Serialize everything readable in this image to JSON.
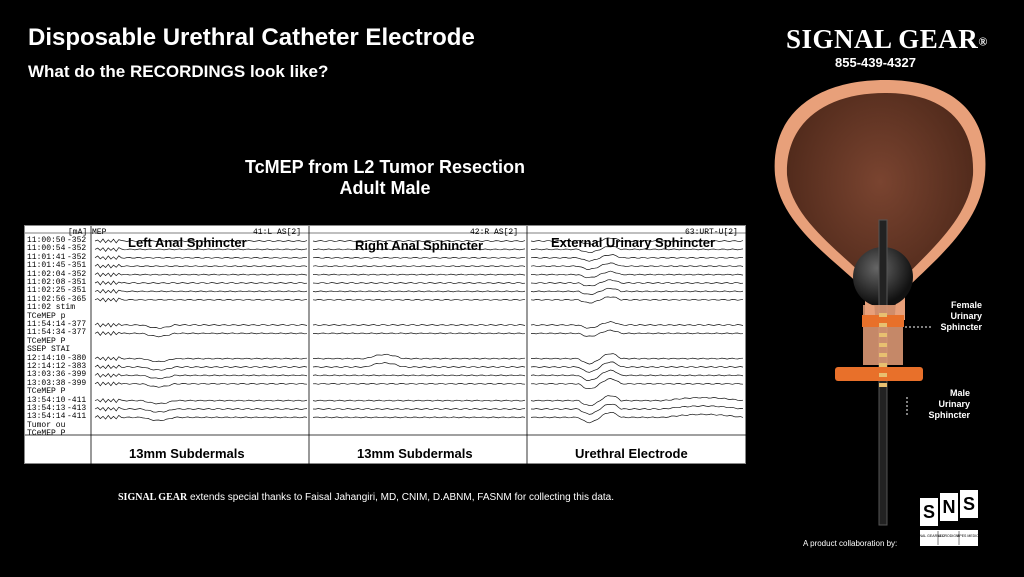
{
  "header": {
    "title": "Disposable Urethral Catheter Electrode",
    "subtitle": "What do the RECORDINGS look like?"
  },
  "brand": {
    "name": "SIGNAL GEAR",
    "reg": "®",
    "phone": "855-439-4327"
  },
  "chart": {
    "title_line1": "TcMEP from L2 Tumor Resection",
    "title_line2": "Adult Male",
    "unit": "[mA]",
    "mep_label": "MEP",
    "rows": [
      {
        "time": "11:00:50",
        "val": "-352"
      },
      {
        "time": "11:00:54",
        "val": "-352"
      },
      {
        "time": "11:01:41",
        "val": "-352"
      },
      {
        "time": "11:01:45",
        "val": "-351"
      },
      {
        "time": "11:02:04",
        "val": "-352"
      },
      {
        "time": "11:02:08",
        "val": "-351"
      },
      {
        "time": "11:02:25",
        "val": "-351"
      },
      {
        "time": "11:02:56",
        "val": "-365"
      },
      {
        "time": "11:02 stim",
        "val": ""
      },
      {
        "time": "TCeMEP p",
        "val": ""
      },
      {
        "time": "11:54:14",
        "val": "-377"
      },
      {
        "time": "11:54:34",
        "val": "-377"
      },
      {
        "time": "TCeMEP P",
        "val": ""
      },
      {
        "time": "SSEP STAI",
        "val": ""
      },
      {
        "time": "12:14:10",
        "val": "-380"
      },
      {
        "time": "12:14:12",
        "val": "-383"
      },
      {
        "time": "13:03:36",
        "val": "-399"
      },
      {
        "time": "13:03:38",
        "val": "-399"
      },
      {
        "time": "TCeMEP P",
        "val": ""
      },
      {
        "time": "13:54:10",
        "val": "-411"
      },
      {
        "time": "13:54:13",
        "val": "-413"
      },
      {
        "time": "13:54:14",
        "val": "-411"
      },
      {
        "time": "Tumor ou",
        "val": ""
      },
      {
        "time": "TCeMEP P",
        "val": ""
      }
    ],
    "columns": [
      {
        "code": "41:L AS[2]",
        "title": "Left Anal Sphincter",
        "footer": "13mm Subdermals"
      },
      {
        "code": "42:R AS[2]",
        "title": "Right Anal Sphincter",
        "footer": "13mm Subdermals"
      },
      {
        "code": "63:URT-U[2]",
        "title": "External Urinary Sphincter",
        "footer": "Urethral Electrode"
      }
    ]
  },
  "anatomy": {
    "female_label": [
      "Female",
      "Urinary",
      "Sphincter"
    ],
    "male_label": [
      "Male",
      "Urinary",
      "Sphincter"
    ]
  },
  "footer": {
    "thanks_brand": "SIGNAL GEAR",
    "thanks_text": " extends special thanks to Faisal Jahangiri, MD, CNIM, D.ABNM, FASNM for collecting this data.",
    "collab": "A product collaboration by:",
    "logo_letters": "SNS",
    "logo_sub": [
      "SIGNAL GEAR LLC",
      "NEURODIGM MEDICAL PRODUCTS",
      "SPES MEDICA"
    ]
  },
  "colors": {
    "background": "#000000",
    "bladder": "#6b3a28",
    "bladder_rim": "#e8a07a",
    "catheter_balloon": "#1a1a1a",
    "sphincter": "#e8702a"
  }
}
